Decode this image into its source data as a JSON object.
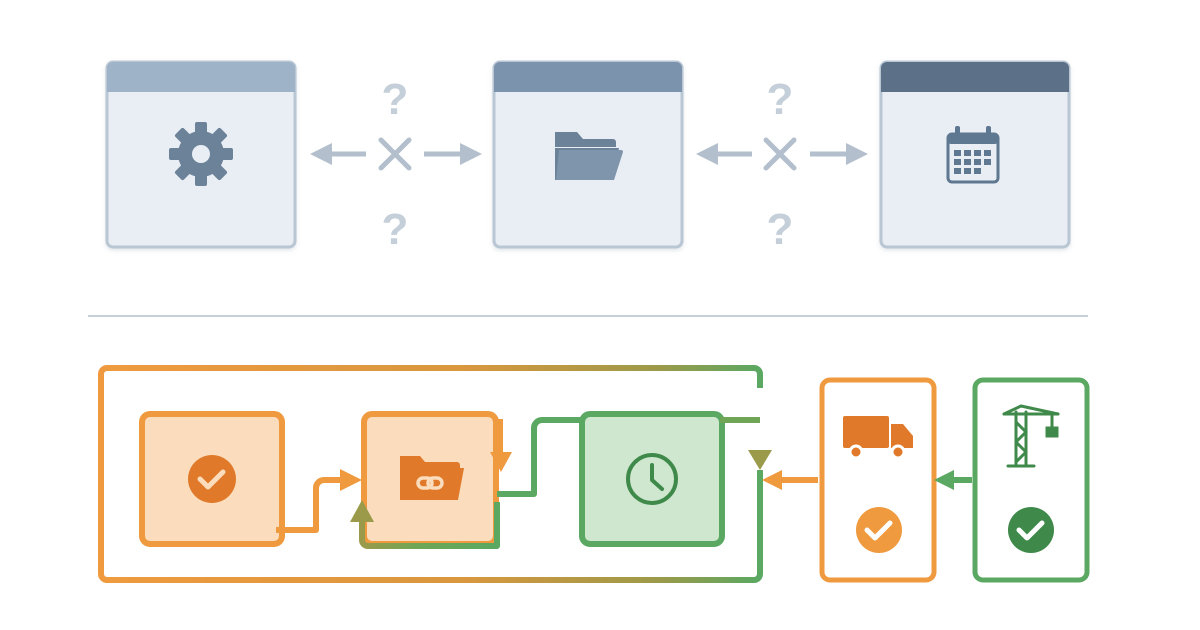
{
  "colors": {
    "background": "#ffffff",
    "window_fill": "#e9eef4",
    "window_border": "#b9c6d4",
    "header_light": "#9fb3c8",
    "header_mid": "#7c93ad",
    "header_dark": "#5c7088",
    "icon_gray": "#6c8299",
    "question_mark": "#c5cfd9",
    "cross_mark": "#b3bfcc",
    "arrow_gray": "#b3bfcc",
    "divider": "#c9cfd6",
    "orange": "#ef9a3f",
    "orange_dark": "#e07a2a",
    "orange_fill": "#fbdcbd",
    "green": "#5aa862",
    "green_dark": "#3f8a4a",
    "green_fill": "#cfe7cf",
    "olive": "#9a9a4a"
  },
  "top_row": {
    "windows": [
      {
        "icon": "gear-icon",
        "header": "light"
      },
      {
        "icon": "folder-icon",
        "header": "mid"
      },
      {
        "icon": "calendar-icon",
        "header": "dark"
      }
    ],
    "connectors": [
      {
        "top_symbol": "?",
        "bottom_symbol": "?",
        "middle": "cross-icon"
      },
      {
        "top_symbol": "?",
        "bottom_symbol": "?",
        "middle": "cross-icon"
      }
    ]
  },
  "bottom_row": {
    "nodes": [
      {
        "icon": "checkmark-icon",
        "color": "orange"
      },
      {
        "icon": "linked-folder-icon",
        "color": "orange"
      },
      {
        "icon": "clock-icon",
        "color": "green"
      },
      {
        "icon": "delivery-truck-icon",
        "status": "checkmark-icon",
        "color": "orange"
      },
      {
        "icon": "construction-crane-icon",
        "status": "checkmark-icon",
        "color": "green"
      }
    ]
  }
}
